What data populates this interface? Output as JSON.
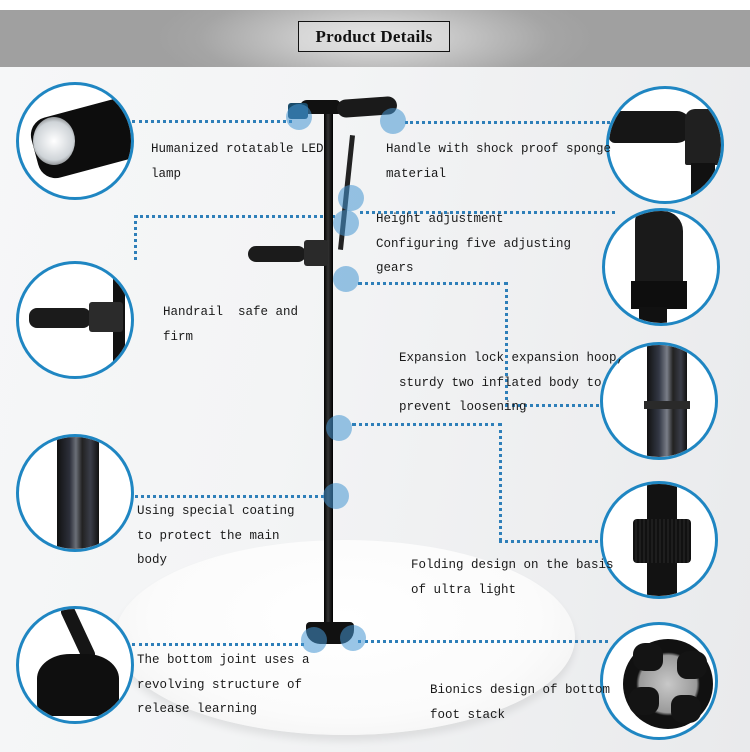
{
  "header": {
    "title": "Product Details"
  },
  "colors": {
    "accent_blue": "#1f86c2",
    "dotted_line": "#2e7fb9",
    "header_bg": "#a5a5a5",
    "text": "#1a1a1a"
  },
  "features": [
    {
      "id": "led-lamp",
      "side": "left",
      "lines": [
        "Humanized rotatable LED",
        "lamp"
      ],
      "image": "led-flashlight-closeup"
    },
    {
      "id": "handle",
      "side": "right",
      "lines": [
        "Handle with shock proof sponge",
        "material"
      ],
      "image": "handle-grip-closeup"
    },
    {
      "id": "height",
      "side": "right",
      "lines": [
        "Height adjustment",
        "Configuring five adjusting",
        "gears"
      ],
      "image": "height-adjust-closeup"
    },
    {
      "id": "handrail",
      "side": "left",
      "lines": [
        "Handrail  safe and",
        "firm"
      ],
      "image": "handrail-closeup"
    },
    {
      "id": "expansion-lock",
      "side": "right",
      "lines": [
        "Expansion lock expansion hoop,",
        "sturdy two inflated body to",
        "prevent loosening"
      ],
      "image": "expansion-lock-closeup"
    },
    {
      "id": "coating",
      "side": "left",
      "lines": [
        "Using special coating",
        "to protect the main",
        "body"
      ],
      "image": "tube-coating-closeup"
    },
    {
      "id": "folding",
      "side": "right",
      "lines": [
        "Folding design on the basis",
        "of ultra light"
      ],
      "image": "folding-joint-closeup"
    },
    {
      "id": "bottom-joint",
      "side": "left",
      "lines": [
        "The bottom joint uses a",
        "revolving structure of",
        "release learning"
      ],
      "image": "bottom-joint-closeup"
    },
    {
      "id": "foot",
      "side": "right",
      "lines": [
        "Bionics design of bottom",
        "foot stack"
      ],
      "image": "foot-base-closeup"
    }
  ]
}
